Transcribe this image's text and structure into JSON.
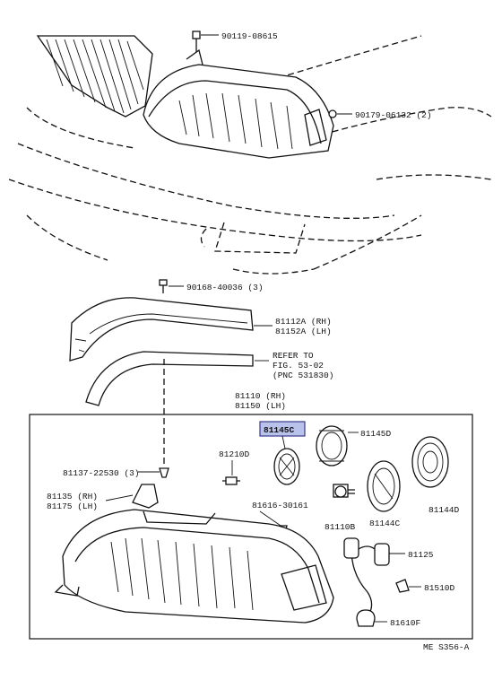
{
  "labels": {
    "p90119": "90119-08615",
    "p90179": "90179-06132 (2)",
    "p90168": "90168-40036 (3)",
    "p81112a": "81112A (RH)",
    "p81152a": "81152A (LH)",
    "refer1": "REFER TO",
    "refer2": "FIG. 53-02",
    "refer3": "(PNC 531830)",
    "p81110": "81110 (RH)",
    "p81150": "81150 (LH)",
    "p81145c": "81145C",
    "p81145d": "81145D",
    "p81210d": "81210D",
    "p81137": "81137-22530 (3)",
    "p81135": "81135 (RH)",
    "p81175": "81175 (LH)",
    "p81616": "81616-30161",
    "p81110b": "81110B",
    "p81144c": "81144C",
    "p81144d": "81144D",
    "p81125": "81125",
    "p81510d": "81510D",
    "p81610f": "81610F",
    "figcode": "ME S356-A"
  },
  "colors": {
    "ink": "#111111",
    "highlight_fill": "#b9c2ea",
    "highlight_border": "#3a3a8a"
  }
}
